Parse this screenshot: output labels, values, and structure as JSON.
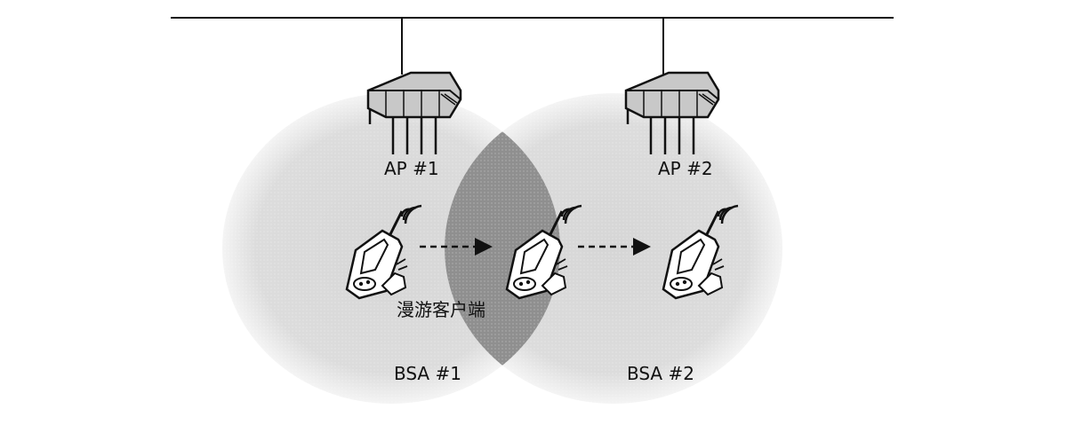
{
  "labels": {
    "ap1": "AP #1",
    "ap2": "AP #2",
    "roaming_client": "漫游客户端",
    "bsa1": "BSA #1",
    "bsa2": "BSA #2"
  },
  "icons": {
    "access_point": "access-point-icon",
    "client_device": "handheld-client-icon",
    "signal": "wireless-signal-icon"
  },
  "colors": {
    "line": "#111111",
    "bsa_fill": "#d9d9d9",
    "overlap_fill": "#8f8f8f",
    "device_fill": "#ffffff"
  }
}
